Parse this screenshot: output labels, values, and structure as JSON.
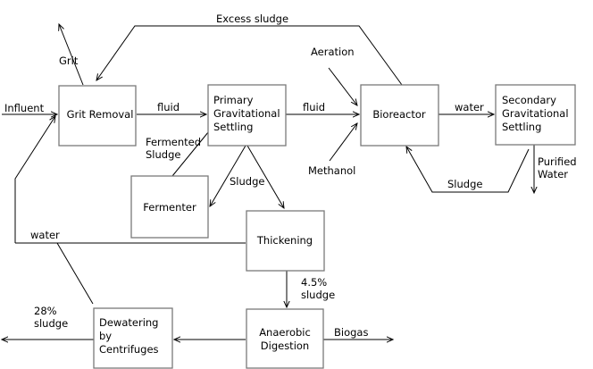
{
  "boxes": {
    "grit_removal": "Grit Removal",
    "primary_settling": [
      "Primary",
      "Gravitational",
      "Settling"
    ],
    "bioreactor": "Bioreactor",
    "secondary_settling": [
      "Secondary",
      "Gravitational",
      "Settling"
    ],
    "fermenter": "Fermenter",
    "thickening": "Thickening",
    "anaerobic_digestion": [
      "Anaerobic",
      "Digestion"
    ],
    "dewatering": [
      "Dewatering",
      "by",
      "Centrifuges"
    ]
  },
  "flows": {
    "excess_sludge": "Excess sludge",
    "grit": "Grit",
    "influent": "Influent",
    "fluid_1": "fluid",
    "fluid_2": "fluid",
    "aeration": "Aeration",
    "methanol": "Methanol",
    "water_bio_to_secondary": "water",
    "fermented_sludge": [
      "Fermented",
      "Sludge"
    ],
    "sludge_primary": "Sludge",
    "sludge_return": "Sludge",
    "purified_water": [
      "Purified",
      "Water"
    ],
    "water_return": "water",
    "sludge_45": [
      "4.5%",
      "sludge"
    ],
    "sludge_28": [
      "28%",
      "sludge"
    ],
    "biogas": "Biogas"
  }
}
